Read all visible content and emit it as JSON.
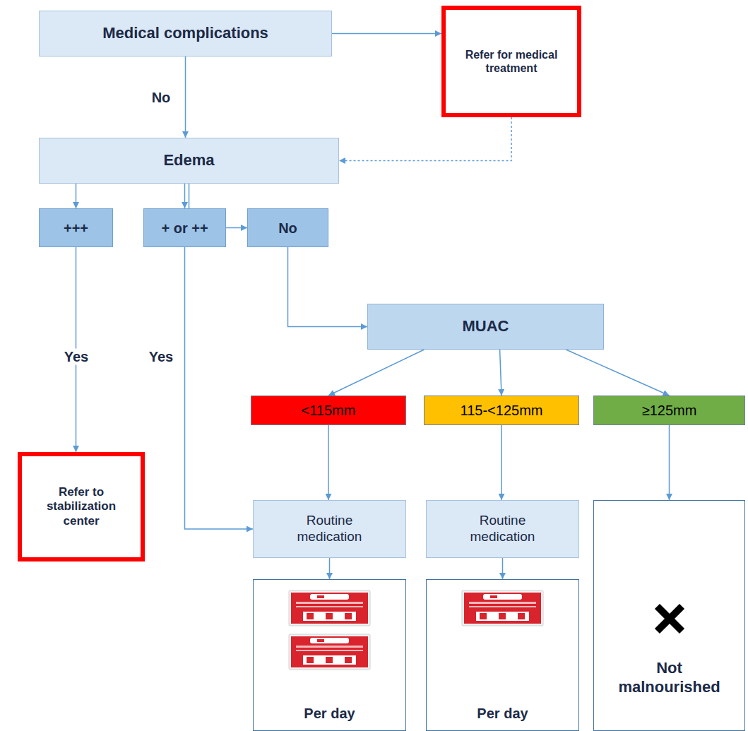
{
  "diagram": {
    "nodes": [
      {
        "text": [
          "Medical complications"
        ]
      },
      {
        "text": [
          "Refer for medical treatment"
        ]
      },
      {
        "text": [
          "Edema"
        ]
      },
      {
        "text": [
          "+++"
        ]
      },
      {
        "text": [
          "+ or ++"
        ]
      },
      {
        "text": [
          "No"
        ]
      },
      {
        "text": [
          "MUAC"
        ]
      },
      {
        "text": [
          "<115mm"
        ]
      },
      {
        "text": [
          "115-<125mm"
        ]
      },
      {
        "text": [
          "≥125mm"
        ]
      },
      {
        "text": [
          "Refer to stabilization center"
        ]
      },
      {
        "text": [
          "Routine medication"
        ]
      },
      {
        "text": [
          "Routine medication"
        ]
      },
      {
        "text": [
          "Per day"
        ]
      },
      {
        "text": [
          "Per day"
        ]
      },
      {
        "text": [
          "Not malnourished"
        ]
      }
    ],
    "edges": [
      {
        "from": 0,
        "to": 1,
        "arrow": "to"
      },
      {
        "from": 0,
        "to": 2,
        "arrow": "to",
        "label": "No"
      },
      {
        "from": 1,
        "to": 2,
        "arrow": "to"
      },
      {
        "from": 2,
        "to": 3,
        "arrow": "to"
      },
      {
        "from": 2,
        "to": 4,
        "arrow": "to"
      },
      {
        "from": 2,
        "to": 5,
        "arrow": "to"
      },
      {
        "from": 3,
        "to": 10,
        "arrow": "to",
        "label": "Yes"
      },
      {
        "from": 4,
        "to": 11,
        "arrow": "to",
        "label": "Yes"
      },
      {
        "from": 5,
        "to": 6,
        "arrow": "to"
      },
      {
        "from": 6,
        "to": 7,
        "arrow": "to"
      },
      {
        "from": 6,
        "to": 8,
        "arrow": "to"
      },
      {
        "from": 6,
        "to": 9,
        "arrow": "to"
      },
      {
        "from": 7,
        "to": 11,
        "arrow": "to"
      },
      {
        "from": 8,
        "to": 12,
        "arrow": "to"
      },
      {
        "from": 9,
        "to": 15,
        "arrow": "to"
      },
      {
        "from": 11,
        "to": 13,
        "arrow": "to"
      },
      {
        "from": 12,
        "to": 14,
        "arrow": "to"
      }
    ]
  }
}
